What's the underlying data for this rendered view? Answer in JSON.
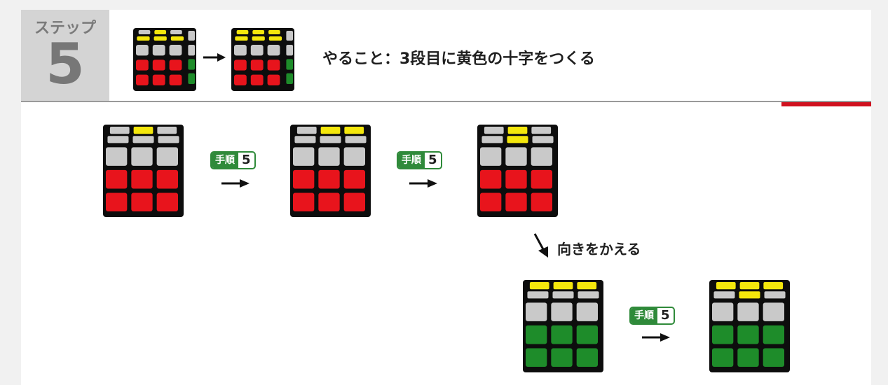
{
  "header": {
    "step_label": "ステップ",
    "step_number": "5",
    "task_text": "やること：3段目に黄色の十字をつくる"
  },
  "badges": [
    {
      "label": "手順",
      "number": "5"
    },
    {
      "label": "手順",
      "number": "5"
    },
    {
      "label": "手順",
      "number": "5"
    }
  ],
  "rotate_text": "向きをかえる",
  "colors": {
    "yellow": "#f4e70c",
    "gray": "#c9c9c9",
    "red": "#e8141c",
    "green": "#1e8c2a",
    "accent": "#d0111f",
    "badge": "#2f8a3a"
  },
  "icons": [
    "arrow-right-icon",
    "arrow-down-right-icon"
  ],
  "cubes": {
    "header_before": {
      "front": "red",
      "side": "green",
      "top_yellow": [
        1,
        3,
        4,
        5
      ]
    },
    "header_after": {
      "front": "red",
      "side": "green",
      "top_yellow": [
        0,
        1,
        2,
        3,
        4,
        5
      ]
    },
    "seq_1": {
      "front": "red",
      "side": "none",
      "top_yellow": [
        1
      ]
    },
    "seq_2": {
      "front": "red",
      "side": "none",
      "top_yellow": [
        1,
        2
      ]
    },
    "seq_3": {
      "front": "red",
      "side": "none",
      "top_yellow": [
        1,
        4
      ]
    },
    "seq_4": {
      "front": "green",
      "side": "none",
      "top_yellow": [
        0,
        1,
        2
      ]
    },
    "seq_5": {
      "front": "green",
      "side": "none",
      "top_yellow": [
        0,
        1,
        2,
        4
      ]
    }
  }
}
